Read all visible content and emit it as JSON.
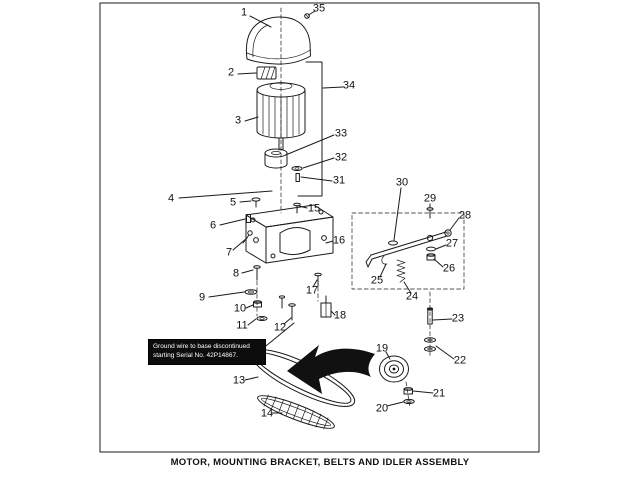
{
  "diagram": {
    "caption": "MOTOR, MOUNTING BRACKET, BELTS AND IDLER ASSEMBLY",
    "note": "Ground wire to base discontinued starting Serial No. 42P14867.",
    "ink_color": "#1b1b1b",
    "note_bg_color": "#0c0c0c",
    "note_text_color": "#ffffff",
    "callouts": [
      "1",
      "2",
      "3",
      "4",
      "5",
      "6",
      "7",
      "8",
      "9",
      "10",
      "11",
      "12",
      "13",
      "14",
      "15",
      "16",
      "17",
      "18",
      "19",
      "20",
      "21",
      "22",
      "23",
      "24",
      "25",
      "26",
      "27",
      "28",
      "29",
      "30",
      "31",
      "32",
      "33",
      "34",
      "35"
    ]
  }
}
